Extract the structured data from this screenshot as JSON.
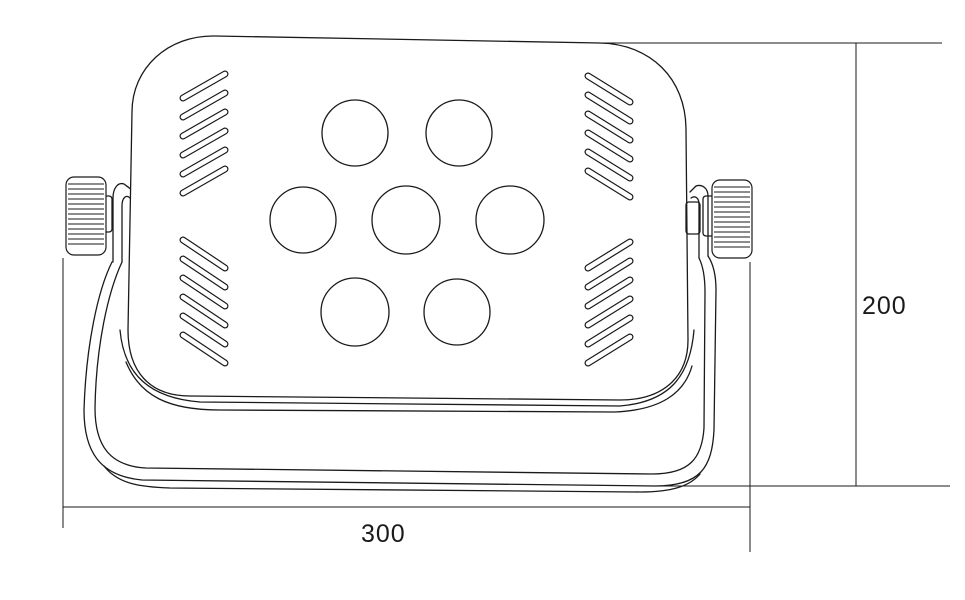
{
  "drawing": {
    "dim_height": "200",
    "dim_width": "300",
    "led_count": 7,
    "line_color": "#1a1a1a",
    "background": "#ffffff"
  }
}
